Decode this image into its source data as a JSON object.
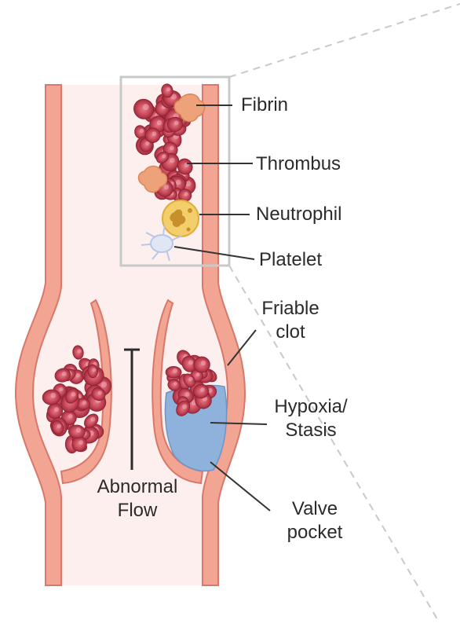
{
  "labels": {
    "fibrin": "Fibrin",
    "thrombus": "Thrombus",
    "neutrophil": "Neutrophil",
    "platelet": "Platelet",
    "friable_clot": [
      "Friable",
      "clot"
    ],
    "hypoxia_stasis": [
      "Hypoxia/",
      "Stasis"
    ],
    "valve_pocket": [
      "Valve",
      "pocket"
    ],
    "abnormal_flow": [
      "Abnormal",
      "Flow"
    ]
  },
  "colors": {
    "vessel_wall": "#f2a592",
    "vessel_wall_stroke": "#d9776a",
    "lumen": "#fcefee",
    "clot": "#c94a5a",
    "clot_dark": "#9e2b3d",
    "fibrin": "#eea27a",
    "neutrophil": "#f3cf6c",
    "platelet": "#dfe7f5",
    "stasis": "#8fb2dc",
    "zoom_box": "#c9c9c9",
    "leader_line": "#333333"
  }
}
